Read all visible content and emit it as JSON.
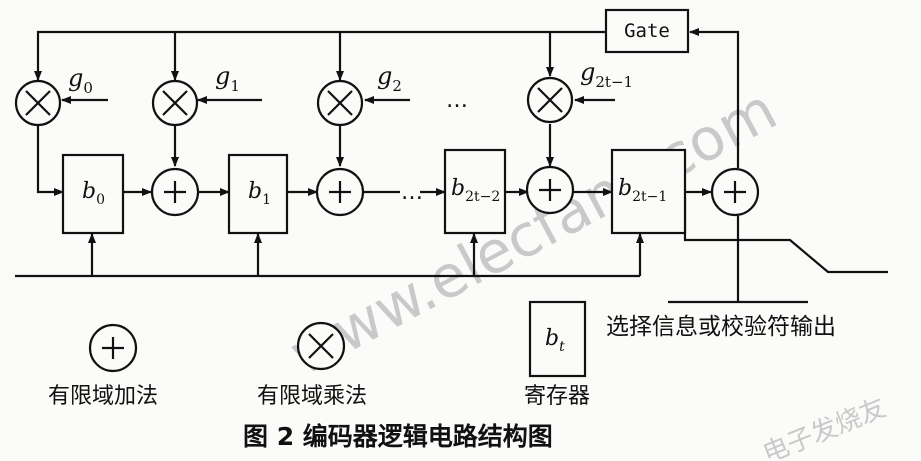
{
  "gate_label": "Gate",
  "multipliers": [
    {
      "name": "g",
      "sub": "0"
    },
    {
      "name": "g",
      "sub": "1"
    },
    {
      "name": "g",
      "sub": "2"
    },
    {
      "name": "g",
      "sub": "2t−1"
    }
  ],
  "registers": [
    {
      "name": "b",
      "sub": "0"
    },
    {
      "name": "b",
      "sub": "1"
    },
    {
      "name": "b",
      "sub": "2t−2"
    },
    {
      "name": "b",
      "sub": "2t−1"
    }
  ],
  "ellipsis": "…",
  "output_label": "选择信息或校验符输出",
  "legend": {
    "adder": "有限域加法",
    "multiplier": "有限域乘法",
    "register": "寄存器",
    "register_name": "b",
    "register_sub": "t"
  },
  "caption": "图 2  编码器逻辑电路结构图",
  "watermark": "www.elecfans.com",
  "corner_watermark": "电子发烧友"
}
